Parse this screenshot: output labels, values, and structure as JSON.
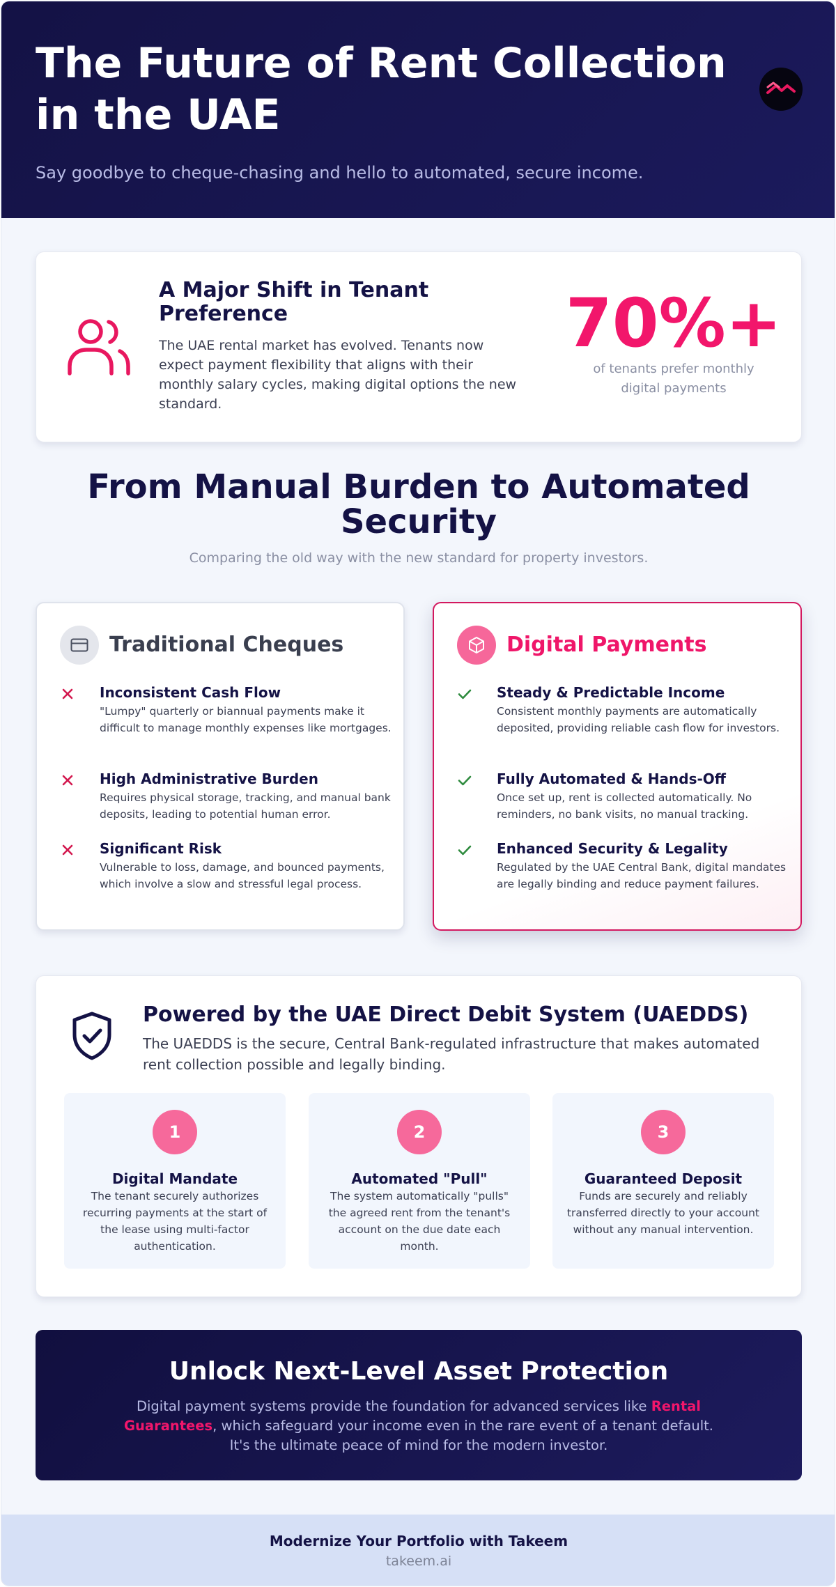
{
  "header": {
    "title": "The Future of Rent Collection in the UAE",
    "subtitle": "Say goodbye to cheque-chasing and hello to automated, secure income."
  },
  "shift": {
    "icon": "users-icon",
    "title": "A Major Shift in Tenant Preference",
    "description": "The UAE rental market has evolved. Tenants now expect payment flexibility that aligns with their monthly salary cycles, making digital options the new standard.",
    "stat": "70%+",
    "stat_note": "of tenants prefer monthly digital payments"
  },
  "comparison": {
    "title": "From Manual Burden to Automated Security",
    "subtitle": "Comparing the old way with the new standard for property investors.",
    "traditional": {
      "icon": "credit-card-icon",
      "title": "Traditional Cheques",
      "items": [
        {
          "title": "Inconsistent Cash Flow",
          "body": "\"Lumpy\" quarterly or biannual payments make it difficult to manage monthly expenses like mortgages."
        },
        {
          "title": "High Administrative Burden",
          "body": "Requires physical storage, tracking, and manual bank deposits, leading to potential human error."
        },
        {
          "title": "Significant Risk",
          "body": "Vulnerable to loss, damage, and bounced payments, which involve a slow and stressful legal process."
        }
      ]
    },
    "digital": {
      "icon": "box-icon",
      "title": "Digital Payments",
      "items": [
        {
          "title": "Steady & Predictable Income",
          "body": "Consistent monthly payments are automatically deposited, providing reliable cash flow for investors."
        },
        {
          "title": "Fully Automated & Hands-Off",
          "body": "Once set up, rent is collected automatically. No reminders, no bank visits, no manual tracking."
        },
        {
          "title": "Enhanced Security & Legality",
          "body": "Regulated by the UAE Central Bank, digital mandates are legally binding and reduce payment failures."
        }
      ]
    }
  },
  "uaedds": {
    "icon": "shield-check-icon",
    "title": "Powered by the UAE Direct Debit System (UAEDDS)",
    "description": "The UAEDDS is the secure, Central Bank-regulated infrastructure that makes automated rent collection possible and legally binding.",
    "steps": [
      {
        "number": "1",
        "title": "Digital Mandate",
        "body": "The tenant securely authorizes recurring payments at the start of the lease using multi-factor authentication."
      },
      {
        "number": "2",
        "title": "Automated \"Pull\"",
        "body": "The system automatically \"pulls\" the agreed rent from the tenant's account on the due date each month."
      },
      {
        "number": "3",
        "title": "Guaranteed Deposit",
        "body": "Funds are securely and reliably transferred directly to your account without any manual intervention."
      }
    ]
  },
  "cta": {
    "title": "Unlock Next-Level Asset Protection",
    "text_before": "Digital payment systems provide the foundation for advanced services like ",
    "highlight": "Rental Guarantees",
    "text_after": ", which safeguard your income even in the rare event of a tenant default. It's the ultimate peace of mind for the modern investor."
  },
  "footer": {
    "title": "Modernize Your Portfolio with Takeem",
    "url": "takeem.ai"
  },
  "colors": {
    "navy": "#141245",
    "accent_pink": "#f2166b",
    "soft_pink": "#f6699b",
    "check_green": "#2e8b3e",
    "cross_red": "#d3184f",
    "page_bg": "#f3f6fc",
    "footer_bg": "#d6e0f6"
  }
}
